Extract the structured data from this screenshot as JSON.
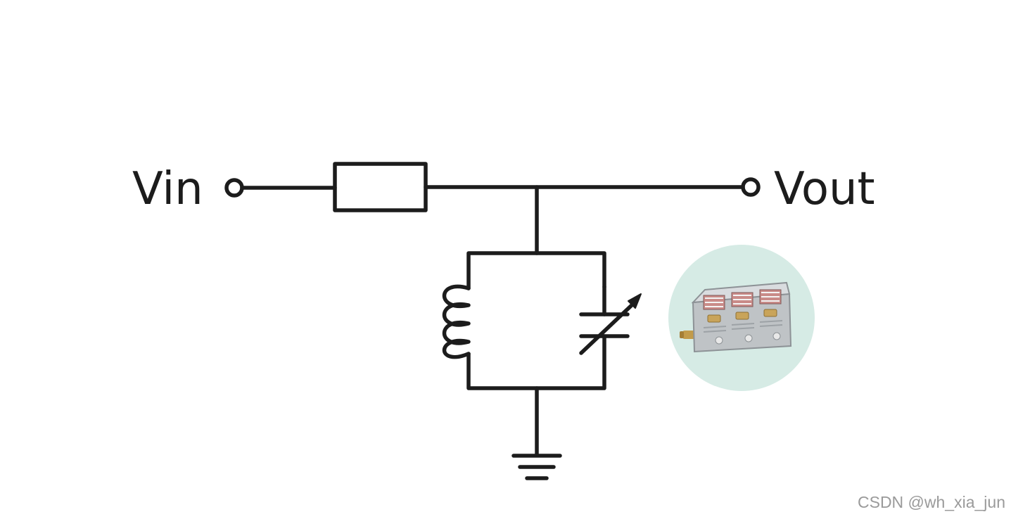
{
  "labels": {
    "input": "Vin",
    "output": "Vout"
  },
  "watermark": {
    "text": "CSDN @wh_xia_jun"
  },
  "icons": {
    "input_terminal": "terminal-circle-icon",
    "output_terminal": "terminal-circle-icon",
    "resistor": "resistor-icon",
    "inductor": "inductor-icon",
    "variable_capacitor": "variable-capacitor-icon",
    "ground": "ground-icon",
    "capacitor_photo": "tuning-capacitor-photo-icon"
  },
  "colors": {
    "line": "#1c1c1c",
    "photo_background": "#d6ebe5",
    "watermark": "#9a9a9a"
  }
}
